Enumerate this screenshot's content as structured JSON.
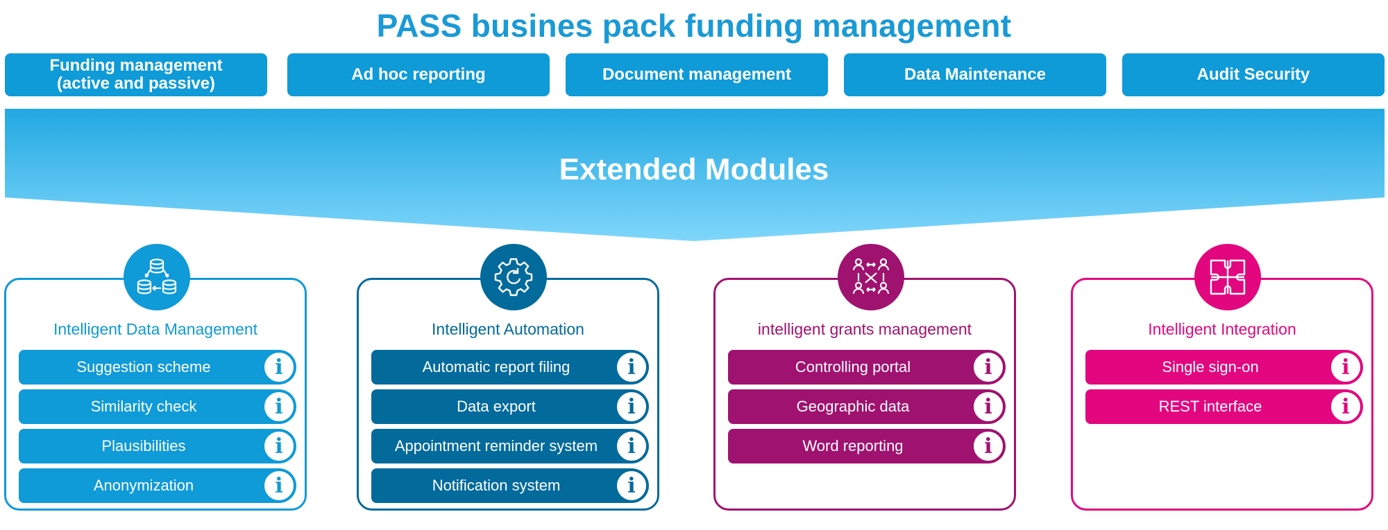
{
  "title": "PASS busines pack funding management",
  "top_buttons": [
    {
      "line1": "Funding management",
      "line2": "(active and passive)"
    },
    {
      "line1": "Ad hoc reporting",
      "line2": ""
    },
    {
      "line1": "Document management",
      "line2": ""
    },
    {
      "line1": "Data Maintenance",
      "line2": ""
    },
    {
      "line1": "Audit Security",
      "line2": ""
    }
  ],
  "banner": {
    "label": "Extended Modules"
  },
  "info_glyph": "i",
  "colors": {
    "title": "#1a9ad6",
    "top_buttons": "#0f9ad8",
    "banner_top": "#22a8e2",
    "banner_bottom": "#7fd6fb"
  },
  "modules": [
    {
      "title": "Intelligent Data Management",
      "icon": "database-sync-icon",
      "color": "#0f9ad8",
      "items": [
        "Suggestion scheme",
        "Similarity check",
        "Plausibilities",
        "Anonymization"
      ]
    },
    {
      "title": "Intelligent Automation",
      "icon": "gear-cycle-icon",
      "color": "#036a9c",
      "items": [
        "Automatic report filing",
        "Data export",
        "Appointment reminder system",
        "Notification system"
      ]
    },
    {
      "title": "intelligent grants management",
      "icon": "people-network-icon",
      "color": "#a0126f",
      "items": [
        "Controlling portal",
        "Geographic data",
        "Word reporting"
      ]
    },
    {
      "title": "Intelligent Integration",
      "icon": "puzzle-icon",
      "color": "#e2077f",
      "items": [
        "Single sign-on",
        "REST interface"
      ]
    }
  ]
}
